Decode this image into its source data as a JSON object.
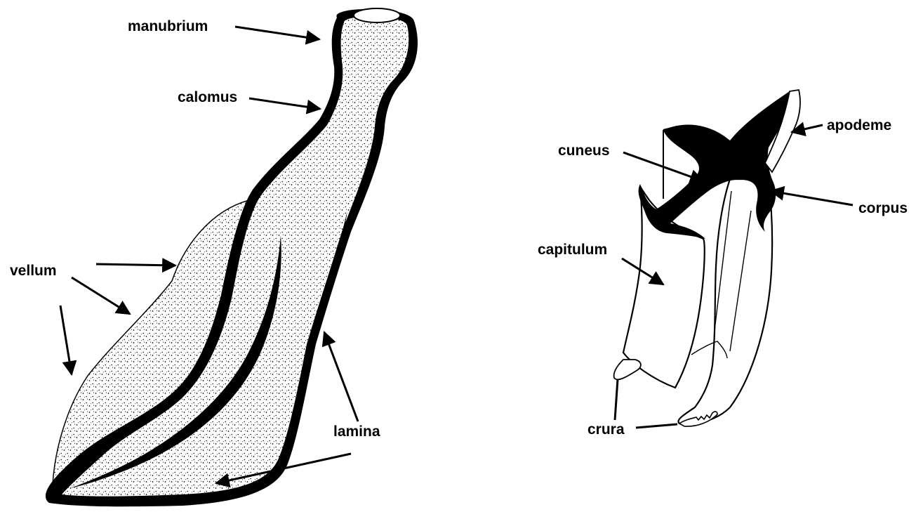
{
  "left_figure": {
    "labels": {
      "manubrium": "manubrium",
      "calomus": "calomus",
      "vellum": "vellum",
      "lamina": "lamina"
    }
  },
  "right_figure": {
    "labels": {
      "apodeme": "apodeme",
      "cuneus": "cuneus",
      "corpus": "corpus",
      "capitulum": "capitulum",
      "crura": "crura"
    }
  }
}
